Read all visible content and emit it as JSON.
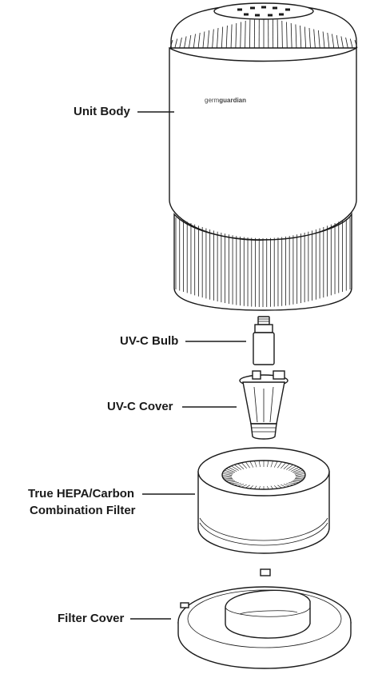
{
  "brand": {
    "logo_text_light": "germ",
    "logo_text_bold": "guardian"
  },
  "callouts": [
    {
      "id": "unit-body",
      "lines": [
        "Unit Body"
      ]
    },
    {
      "id": "uvc-bulb",
      "lines": [
        "UV-C Bulb"
      ]
    },
    {
      "id": "uvc-cover",
      "lines": [
        "UV-C Cover"
      ]
    },
    {
      "id": "hepa-filter",
      "lines": [
        "True HEPA/Carbon",
        "Combination Filter"
      ]
    },
    {
      "id": "filter-cover",
      "lines": [
        "Filter Cover"
      ]
    }
  ]
}
